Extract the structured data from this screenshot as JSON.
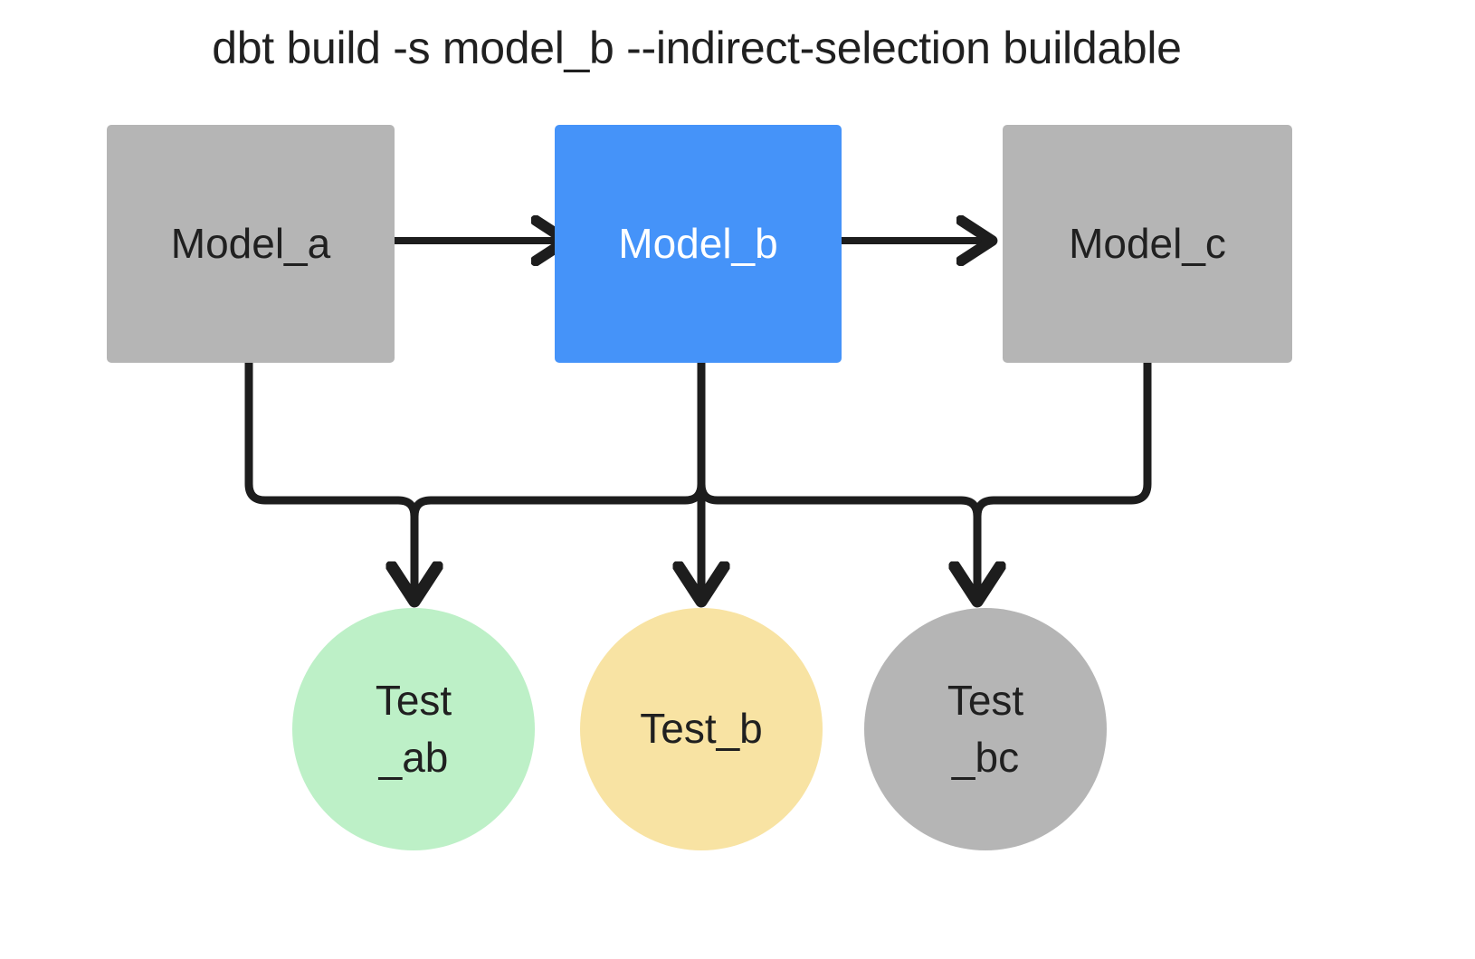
{
  "diagram": {
    "title": "dbt build -s model_b --indirect-selection buildable",
    "background": "#ffffff",
    "edge_color": "#1d1d1d",
    "nodes": {
      "model_a": {
        "label": "Model_a",
        "shape": "rectangle",
        "fill": "#b5b5b5",
        "text_color": "#202020",
        "selected": false
      },
      "model_b": {
        "label": "Model_b",
        "shape": "rectangle",
        "fill": "#4593f9",
        "text_color": "#ffffff",
        "selected": true
      },
      "model_c": {
        "label": "Model_c",
        "shape": "rectangle",
        "fill": "#b5b5b5",
        "text_color": "#202020",
        "selected": false
      },
      "test_ab": {
        "label_line1": "Test",
        "label_line2": "_ab",
        "shape": "circle",
        "fill": "#bdf0c7",
        "text_color": "#202020",
        "status": "green"
      },
      "test_b": {
        "label_line1": "Test_b",
        "label_line2": "",
        "shape": "circle",
        "fill": "#f8e3a3",
        "text_color": "#202020",
        "status": "yellow"
      },
      "test_bc": {
        "label_line1": "Test",
        "label_line2": "_bc",
        "shape": "circle",
        "fill": "#b5b5b5",
        "text_color": "#202020",
        "status": "gray"
      }
    },
    "edges": [
      {
        "from": "model_a",
        "to": "model_b",
        "kind": "straight-arrow"
      },
      {
        "from": "model_b",
        "to": "model_c",
        "kind": "straight-arrow"
      },
      {
        "from": "model_a",
        "to": "test_ab",
        "kind": "elbow-arrow"
      },
      {
        "from": "model_b",
        "to": "test_ab",
        "kind": "elbow-arrow"
      },
      {
        "from": "model_b",
        "to": "test_b",
        "kind": "straight-arrow"
      },
      {
        "from": "model_b",
        "to": "test_bc",
        "kind": "elbow-arrow"
      },
      {
        "from": "model_c",
        "to": "test_bc",
        "kind": "elbow-arrow"
      }
    ]
  }
}
